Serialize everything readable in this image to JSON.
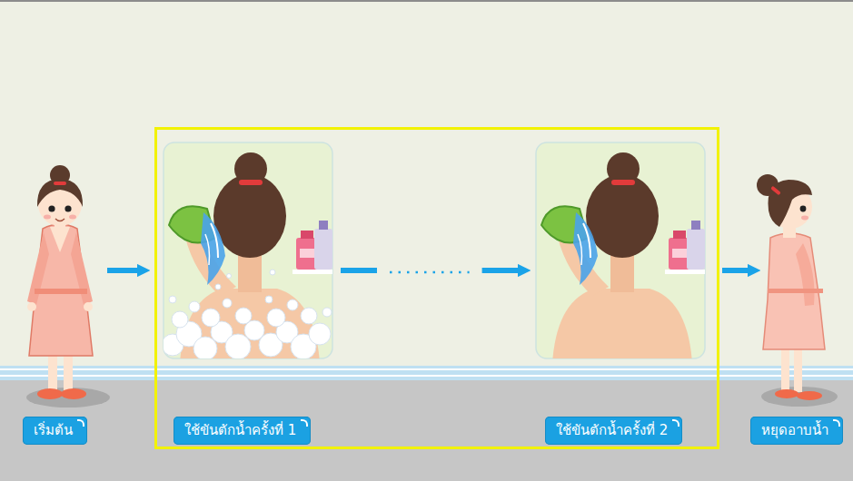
{
  "diagram": {
    "nodes": [
      {
        "text": [
          "เริ่มต้น"
        ]
      },
      {
        "text": []
      },
      {
        "text": [
          "ใช้ขันตักน้ำครั้งที่ 1"
        ],
        "in": 1
      },
      {
        "text": [
          "ใช้ขันตักน้ำครั้งที่ 2"
        ],
        "in": 1
      },
      {
        "text": [
          "หยุดอาบน้ำ"
        ]
      }
    ],
    "edges": [
      {
        "from": 0,
        "to": 1,
        "arrow": "to"
      },
      {
        "from": 2,
        "to": 3,
        "arrow": "to"
      },
      {
        "from": 1,
        "to": 4,
        "arrow": "to"
      }
    ]
  }
}
